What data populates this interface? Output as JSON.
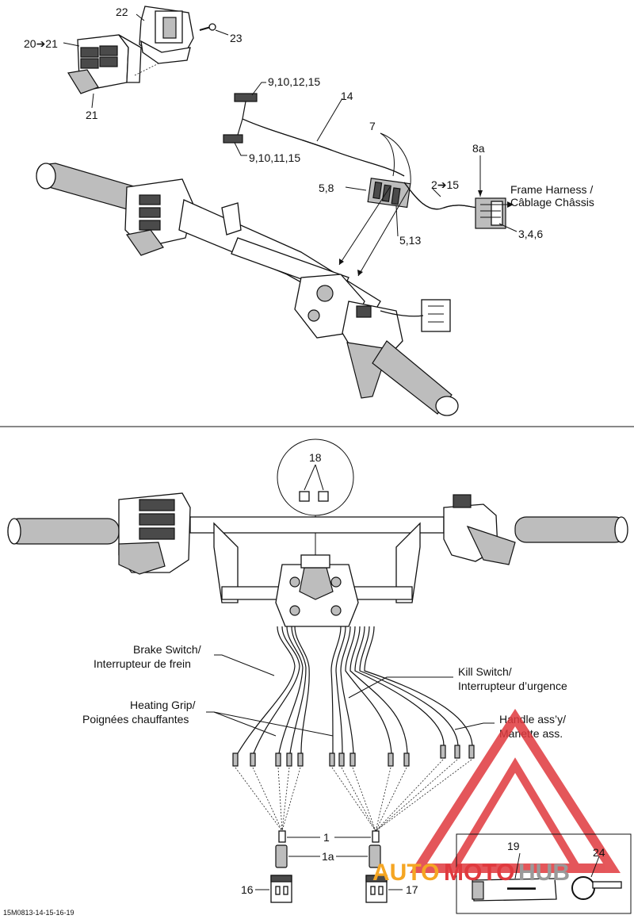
{
  "callouts": {
    "c22": "22",
    "c20_21": "20➔21",
    "c23": "23",
    "c21": "21",
    "c9_10_12_15": "9,10,12,15",
    "c14": "14",
    "c7": "7",
    "c9_10_11_15": "9,10,11,15",
    "c8a": "8a",
    "c5_8": "5,8",
    "c2_15": "2➔15",
    "c5_13": "5,13",
    "c3_4_6": "3,4,6",
    "c18": "18",
    "c1": "1",
    "c1a": "1a",
    "c16": "16",
    "c17": "17",
    "c19": "19",
    "c24": "24"
  },
  "labels": {
    "frame_harness_en": "Frame Harness /",
    "frame_harness_fr": "Câblage Châssis",
    "brake_switch_en": "Brake Switch/",
    "brake_switch_fr": "Interrupteur de frein",
    "kill_switch_en": "Kill Switch/",
    "kill_switch_fr": "Interrupteur d’urgence",
    "heating_grip_en": "Heating Grip/",
    "heating_grip_fr": "Poignées chauffantes",
    "handle_en": "Handle ass’y/",
    "handle_fr": "Manette ass."
  },
  "footer": {
    "drawing_number": "15M0813-14-15-16-19"
  },
  "watermark": {
    "text_a": "AUTO",
    "text_b": "MOTO",
    "text_c": "HUB",
    "color_red": "#e0393e",
    "color_orange": "#f5a623",
    "color_grey": "#9a9a9a"
  }
}
